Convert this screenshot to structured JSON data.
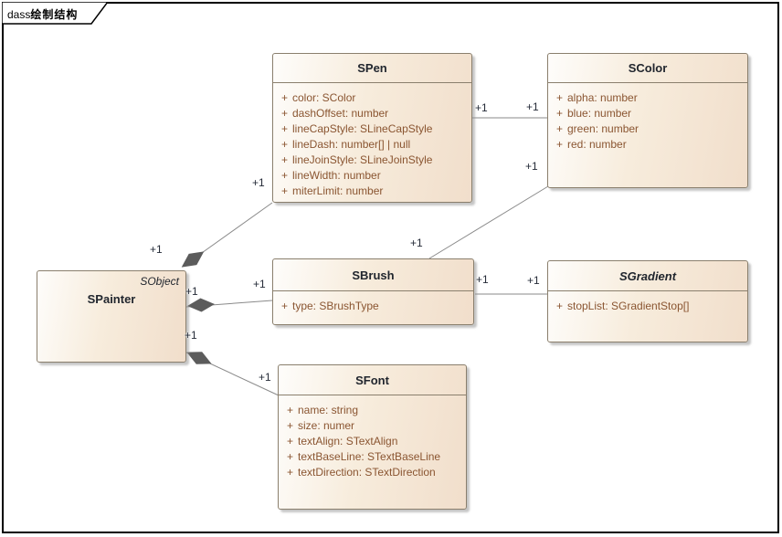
{
  "frame": {
    "keyword": "dass",
    "title": "绘制结构"
  },
  "diagram": {
    "classes": {
      "spainter": {
        "annotation": "SObject",
        "name": "SPainter"
      },
      "spen": {
        "name": "SPen",
        "attributes": [
          {
            "vis": "+",
            "text": "color: SColor"
          },
          {
            "vis": "+",
            "text": "dashOffset: number"
          },
          {
            "vis": "+",
            "text": "lineCapStyle: SLineCapStyle"
          },
          {
            "vis": "+",
            "text": "lineDash: number[] | null"
          },
          {
            "vis": "+",
            "text": "lineJoinStyle: SLineJoinStyle"
          },
          {
            "vis": "+",
            "text": "lineWidth: number"
          },
          {
            "vis": "+",
            "text": "miterLimit: number"
          }
        ]
      },
      "scolor": {
        "name": "SColor",
        "attributes": [
          {
            "vis": "+",
            "text": "alpha: number"
          },
          {
            "vis": "+",
            "text": "blue: number"
          },
          {
            "vis": "+",
            "text": "green: number"
          },
          {
            "vis": "+",
            "text": "red: number"
          }
        ]
      },
      "sbrush": {
        "name": "SBrush",
        "attributes": [
          {
            "vis": "+",
            "text": "type: SBrushType"
          }
        ]
      },
      "sgradient": {
        "name": "SGradient",
        "attributes": [
          {
            "vis": "+",
            "text": "stopList: SGradientStop[]"
          }
        ]
      },
      "sfont": {
        "name": "SFont",
        "attributes": [
          {
            "vis": "+",
            "text": "name: string"
          },
          {
            "vis": "+",
            "text": "size: numer"
          },
          {
            "vis": "+",
            "text": "textAlign: STextAlign"
          },
          {
            "vis": "+",
            "text": "textBaseLine: STextBaseLine"
          },
          {
            "vis": "+",
            "text": "textDirection: STextDirection"
          }
        ]
      }
    },
    "relationships": {
      "painter_pen": {
        "type": "composition",
        "mult_painter": "+1",
        "mult_pen": "+1"
      },
      "pen_color": {
        "type": "association",
        "mult_pen": "+1",
        "mult_color": "+1"
      },
      "brush_color": {
        "type": "association",
        "mult_brush": "+1",
        "mult_color": "+1"
      },
      "painter_brush": {
        "type": "composition",
        "mult_painter": "+1",
        "mult_brush": "+1"
      },
      "painter_font": {
        "type": "composition",
        "mult_painter": "+1",
        "mult_font": "+1"
      },
      "brush_gradient": {
        "type": "association",
        "mult_brush": "+1",
        "mult_gradient": "+1"
      }
    },
    "colors": {
      "box_fill_light": "#fefdfb",
      "box_fill_dark": "#f1decb",
      "box_border": "#8a7f6d",
      "title_text": "#21262e",
      "attribute_text": "#8a5531",
      "connector_line": "#8a8a8a",
      "composition_diamond": "#5c5c5c"
    }
  }
}
